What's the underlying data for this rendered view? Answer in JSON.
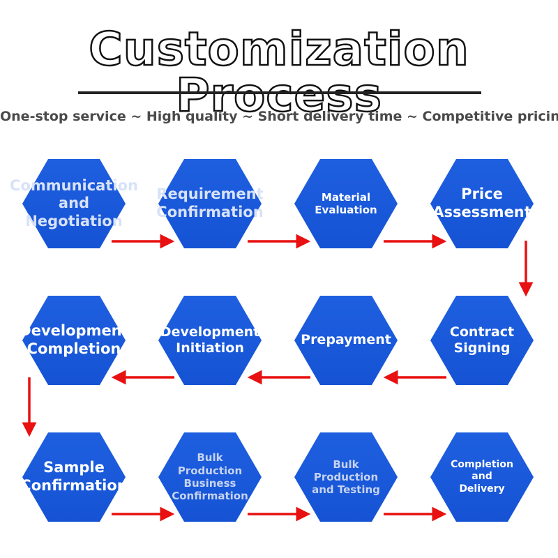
{
  "header": {
    "title": "Customization Process",
    "subtitle": "One-stop service ~ High quality ~ Short delivery time ~ Competitive pricing"
  },
  "colors": {
    "hexagon": "#1a58db",
    "arrow": "#e81010",
    "label": "#ffffff"
  },
  "steps": [
    {
      "label": "Communication\nand\nNegotiation"
    },
    {
      "label": "Requirement\nConfirmation"
    },
    {
      "label": "Material\nEvaluation"
    },
    {
      "label": "Price\nAssessment"
    },
    {
      "label": "Contract\nSigning"
    },
    {
      "label": "Prepayment"
    },
    {
      "label": "Development\nInitiation"
    },
    {
      "label": "Development\nCompletion"
    },
    {
      "label": "Sample\nConfirmation"
    },
    {
      "label": "Bulk\nProduction\nBusiness\nConfirmation"
    },
    {
      "label": "Bulk\nProduction\nand Testing"
    },
    {
      "label": "Completion\nand\nDelivery"
    }
  ]
}
